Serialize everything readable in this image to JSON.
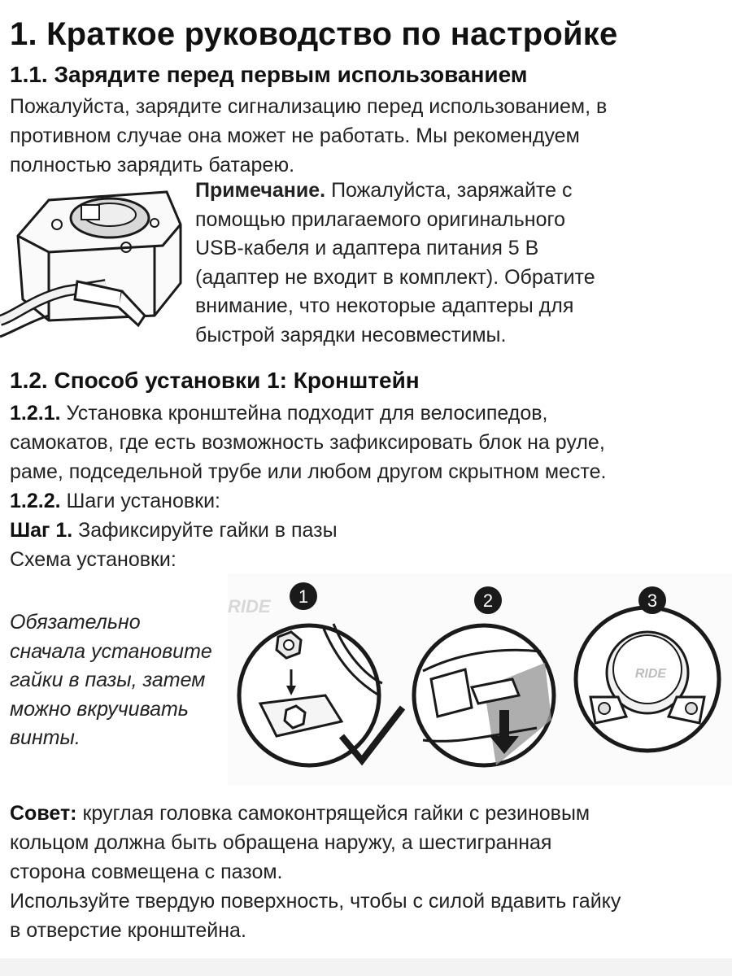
{
  "page": {
    "title": "1. Краткое руководство по настройке",
    "section_1_1": {
      "heading": "1.1. Зарядите перед первым использованием",
      "line1": "Пожалуйста, зарядите сигнализацию перед использованием, в",
      "line2": "противном случае она может не работать. Мы рекомендуем",
      "line3": "полностью зарядить батарею.",
      "note_label": "Примечание.",
      "note_line1": " Пожалуйста, заряжайте с",
      "note_line2": "помощью прилагаемого оригинального",
      "note_line3": "USB-кабеля и адаптера питания 5 В",
      "note_line4": "(адаптер не входит в комплект). Обратите",
      "note_line5": "внимание, что некоторые адаптеры для",
      "note_line6": "быстрой зарядки несовместимы."
    },
    "section_1_2": {
      "heading": "1.2. Способ установки 1: Кронштейн",
      "p1_label": "1.2.1.",
      "p1_line1": " Установка кронштейна подходит для велосипедов,",
      "p1_line2": "самокатов, где есть возможность зафиксировать блок на руле,",
      "p1_line3": "раме, подседельной трубе или любом другом скрытном месте.",
      "p2_label": "1.2.2.",
      "p2_text": " Шаги установки:",
      "step_label": "Шаг 1.",
      "step_text": " Зафиксируйте гайки в пазы",
      "scheme_label": "Схема установки:",
      "italic_line1": "Обязательно",
      "italic_line2": "сначала установите",
      "italic_line3": "гайки в пазы, затем",
      "italic_line4": "можно вкручивать",
      "italic_line5": "винты.",
      "diagram": {
        "step1_number": "1",
        "step2_number": "2",
        "step3_number": "3",
        "brand_watermark": "RIDE",
        "brand_on_device": "RIDE"
      },
      "tip_label": "Совет:",
      "tip_line1": " круглая головка самоконтрящейся гайки с резиновым",
      "tip_line2": "кольцом должна быть обращена наружу, а шестигранная",
      "tip_line3": "сторона совмещена с пазом.",
      "tip_line4": "Используйте твердую поверхность, чтобы с силой вдавить гайку",
      "tip_line5": "в отверстие кронштейна."
    }
  }
}
